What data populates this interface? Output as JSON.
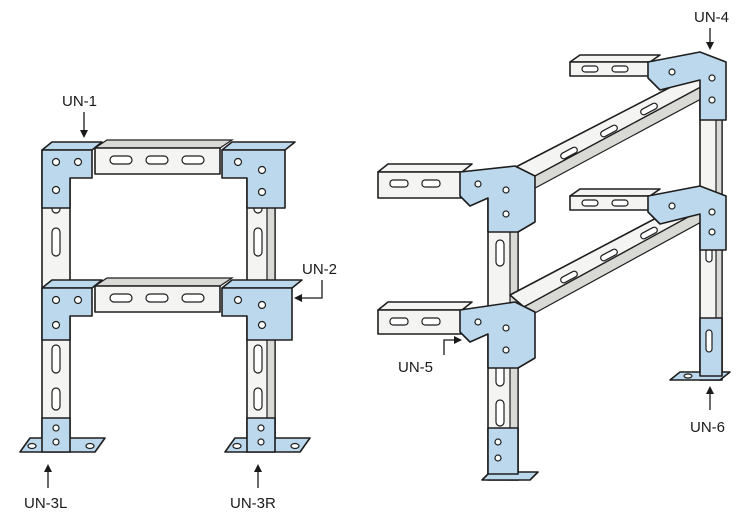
{
  "labels": {
    "un1": "UN-1",
    "un2": "UN-2",
    "un3l": "UN-3L",
    "un3r": "UN-3R",
    "un4": "UN-4",
    "un5": "UN-5",
    "un6": "UN-6"
  },
  "colors": {
    "joint": "#bcd8ec",
    "steel": "#f4f4f2",
    "outline": "#1e1e1e"
  }
}
